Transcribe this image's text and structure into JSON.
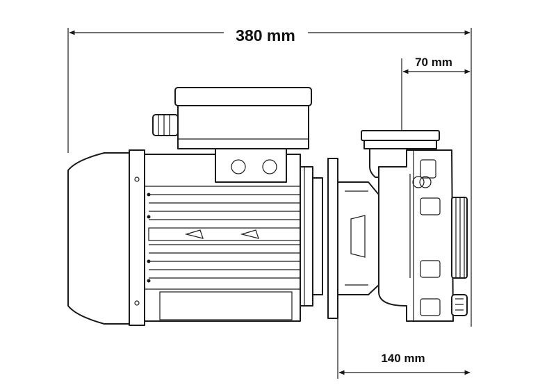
{
  "dimensions": {
    "overall_length": "380 mm",
    "outlet_offset": "70 mm",
    "pump_head_length": "140 mm"
  }
}
